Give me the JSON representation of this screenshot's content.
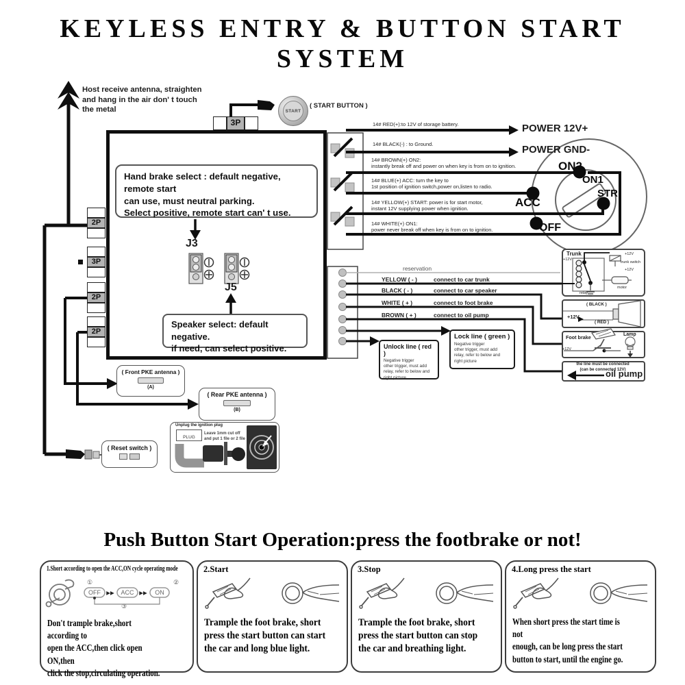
{
  "title": "KEYLESS ENTRY & BUTTON START SYSTEM",
  "antenna_note": "Host receive antenna, straighten\nand hang in the air don' t touch\nthe metal",
  "top_connector": "3P",
  "start_button": {
    "label": "START",
    "caption": "( START BUTTON )"
  },
  "left_connectors": {
    "c1": "2P",
    "c2": "3P",
    "c3": "2P",
    "c4": "2P"
  },
  "hand_brake_note": "Hand brake select : default negative,  remote start\ncan use, must neutral parking.\nSelect positive, remote start can' t use.",
  "jumpers": {
    "j3": "J3",
    "j5": "J5"
  },
  "speaker_note": "Speaker select: default negative.\nif need, can select positive.",
  "power_wires": [
    {
      "desc": "14# RED(+):to 12V of storage battery.",
      "target": "POWER 12V+"
    },
    {
      "desc": "14# BLACK(-) : to Ground.",
      "target": "POWER GND-"
    },
    {
      "desc": "14# BROWN(+)   ON2:\ninstantly break off and power on when key is from on to  ignition."
    },
    {
      "desc": "14# BLUE(+)   ACC:  turn the key to\n1st position of ignition switch,power on,listen to radio."
    },
    {
      "desc": "14# YELLOW(+)   START:  power is for start motor,\ninstant 12V supplying power when ignition."
    },
    {
      "desc": "14# WHITE(+)   ON1:\npower never break off when key is from on to ignition."
    }
  ],
  "ignition": {
    "on2": "ON2",
    "on1": "ON1",
    "acc": "ACC",
    "str": "STR",
    "off": "OFF"
  },
  "signal_wires": {
    "reservation": "reservation",
    "yellow_label": "YELLOW ( - )",
    "yellow_desc": "connect to car trunk",
    "black_label": "BLACK ( - )",
    "black_desc": "connect to car speaker",
    "white_label": "WHITE ( + )",
    "white_desc": "connect to foot brake",
    "brown_label": "BROWN ( + )",
    "brown_desc": "connect to oil pump"
  },
  "unlock_box": {
    "title": "Unlock line ( red )",
    "body": "Negative trigger\nother trigger, must add\nrelay, refer to below and\nright picture"
  },
  "lock_box": {
    "title": "Lock line ( green )",
    "body": "Negative trigger\nother trigger, must add\nrelay, refer to below and\nright picture"
  },
  "trunk_box": {
    "title": "Trunk",
    "v_left": "+12V",
    "v_top": "+12V",
    "trunk_switch": "trunk switch",
    "v_mid": "+12V",
    "relay": "relay",
    "motor": "motor"
  },
  "horn_box": {
    "black": "( BLACK )",
    "v": "+12V",
    "red": "( RED )"
  },
  "footbrake_box": {
    "label": "Foot brake",
    "lamp": "Lamp",
    "v": "+12V"
  },
  "oilpump_box": {
    "note": "the line must be connected\n(can be connected 12V)",
    "label": "oil pump"
  },
  "front_pke": {
    "title": "( Front PKE antenna )",
    "sub": "(A)"
  },
  "rear_pke": {
    "title": "( Rear PKE antenna )",
    "sub": "(B)"
  },
  "reset_switch": {
    "title": "( Reset switch )"
  },
  "plug_box": {
    "header": "Unplug the ignition plug",
    "plug": "PLUG",
    "note": "Leave 1mm cut off\nand put 1 file or 2 file"
  },
  "operation": {
    "heading": "Push Button Start Operation:press the footbrake or not!",
    "panels": [
      {
        "title": "1.Short according to open the ACC,ON cycle operating mode",
        "s1": "OFF",
        "s2": "ACC",
        "s3": "ON",
        "n1": "①",
        "n2": "②",
        "n3": "③",
        "arrows": "▶▶",
        "text": "Don't trample brake,short according to\nopen the ACC,then click open ON,then\nclick the stop,circulating operation."
      },
      {
        "title": "2.Start",
        "text": "Trample the foot brake, short\npress the start button can start\nthe car and long blue light."
      },
      {
        "title": "3.Stop",
        "text": "Trample the foot brake, short\npress the start button can stop\nthe car and breathing light."
      },
      {
        "title": "4.Long press the start",
        "text": "When short press the start time is not\nenough, can be long press the start\nbutton to start, until the engine go."
      }
    ]
  }
}
